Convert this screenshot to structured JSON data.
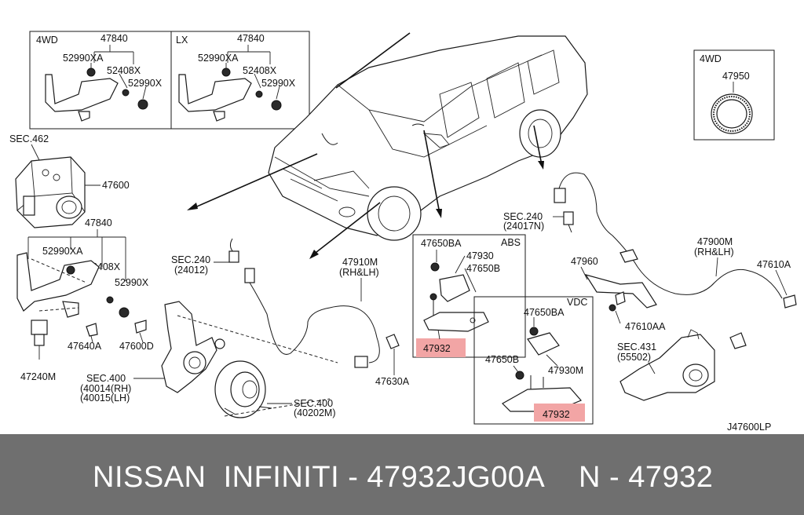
{
  "inset_4wd_bracket": {
    "title": "4WD",
    "part_bracket": "47840",
    "bolt_a": "52990XA",
    "bolt_b": "52408X",
    "bolt_c": "52990X"
  },
  "inset_lx_bracket": {
    "title": "LX",
    "part_bracket": "47840",
    "bolt_a": "52990XA",
    "bolt_b": "52408X",
    "bolt_c": "52990X"
  },
  "inset_4wd_ring": {
    "title": "4WD",
    "part": "47950"
  },
  "abs_actuator": {
    "sec_label": "SEC.462",
    "part": "47600"
  },
  "left_bracket_group": {
    "part_bracket": "47840",
    "bolt_a": "52990XA",
    "bolt_b": "52408X",
    "bolt_c": "52990X",
    "part_switch": "47640A",
    "part_bolt": "47600D",
    "part_sensor": "47240M"
  },
  "front_axle": {
    "sec400_a": "SEC.400",
    "sec400_a_sub1": "(40014(RH)",
    "sec400_a_sub2": "(40015(LH)",
    "sec400_b": "SEC.400",
    "sec400_b_sub": "(40202M)"
  },
  "front_sensor": {
    "sec240": "SEC.240",
    "sec240_sub": "(24012)",
    "part": "47910M",
    "part_sub": "(RH&LH)",
    "bolt": "47630A"
  },
  "abs_box": {
    "title": "ABS",
    "bolt_a": "47650BA",
    "sensor": "47930",
    "bolt_b": "47650B",
    "bracket": "47932"
  },
  "vdc_box": {
    "title": "VDC",
    "bolt_a": "47650BA",
    "bolt_b": "47650B",
    "sensor": "47930M",
    "bracket": "47932"
  },
  "rear_group": {
    "sec240": "SEC.240",
    "sec240_sub": "(24017N)",
    "part_clip": "47960",
    "part_sensor": "47900M",
    "part_sensor_sub": "(RH&LH)",
    "bolt_a": "47610A",
    "bolt_aa": "47610AA",
    "sec431": "SEC.431",
    "sec431_sub": "(55502)"
  },
  "diagram_code": "J47600LP",
  "highlight_color": "#f2a5a5",
  "footer": {
    "brands": "NISSAN  INFINITI - 47932JG00A",
    "ref": "N - 47932"
  }
}
